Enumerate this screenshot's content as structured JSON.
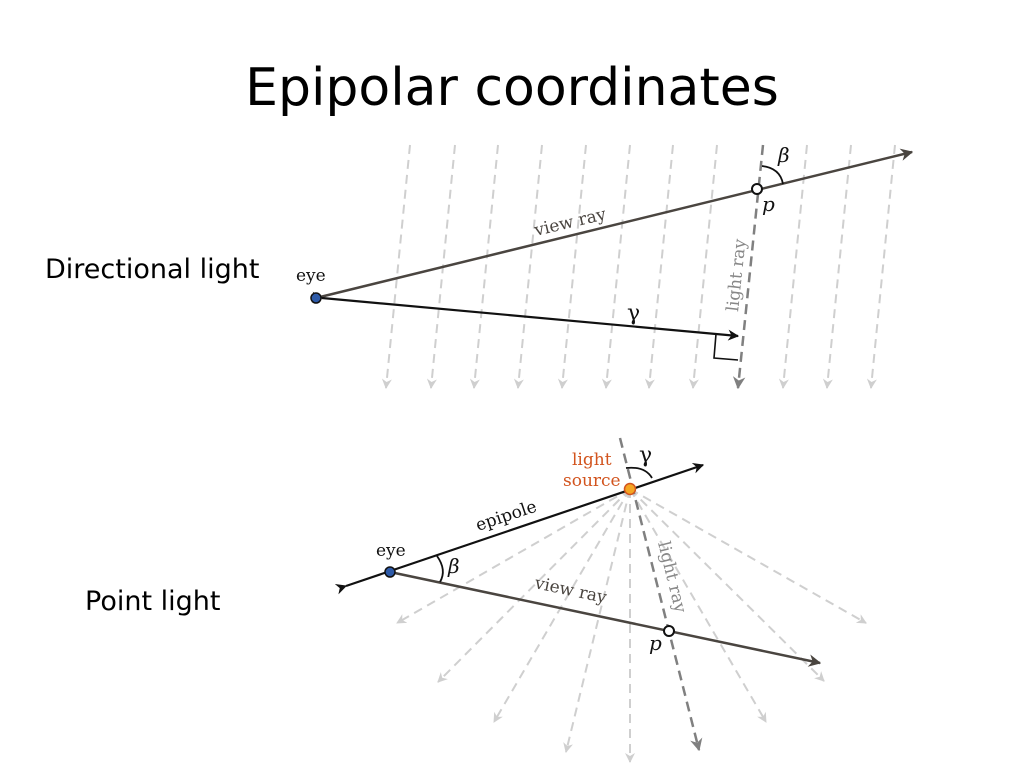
{
  "slide": {
    "title": "Epipolar coordinates"
  },
  "directional": {
    "label": "Directional light",
    "eye_label": "eye",
    "view_ray_label": "view ray",
    "light_ray_label": "light ray",
    "gamma_label": "γ",
    "beta_label": "β",
    "p_label": "p"
  },
  "point": {
    "label": "Point light",
    "eye_label": "eye",
    "epipole_label": "epipole",
    "view_ray_label": "view ray",
    "light_ray_label": "light ray",
    "light_source_label_line1": "light",
    "light_source_label_line2": "source",
    "gamma_label": "γ",
    "beta_label": "β",
    "p_label": "p"
  },
  "colors": {
    "ray_dark": "#4a4540",
    "ray_black": "#111111",
    "light_grey": "#cfcfcf",
    "light_ray_grey": "#888888",
    "eye_dot": "#2d5aa8",
    "light_source": "#f5a623",
    "light_source_text": "#d2541e"
  }
}
